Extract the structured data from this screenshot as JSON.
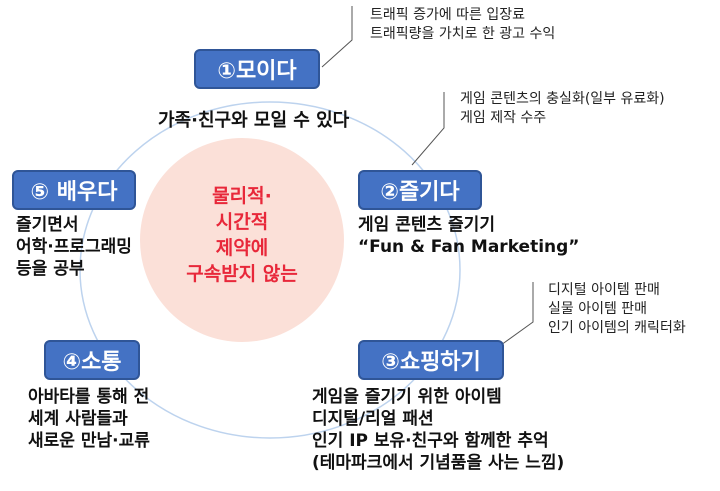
{
  "colors": {
    "label_fill": "#4472C4",
    "label_border": "#2F5597",
    "center_fill": "#FBE0D8",
    "center_text": "#E8283A",
    "ring": "#BDD3EE",
    "callout_line": "#555555"
  },
  "center": {
    "lines": [
      "물리적·",
      "시간적",
      "제약에",
      "구속받지 않는"
    ]
  },
  "nodes": {
    "gather": {
      "label": "①모이다",
      "desc": [
        "가족·친구와 모일 수 있다"
      ],
      "note": [
        "트래픽 증가에 따른 입장료",
        "트래픽량을 가치로 한 광고 수익"
      ]
    },
    "enjoy": {
      "label": "②즐기다",
      "desc": [
        "게임 콘텐츠 즐기기",
        "“Fun & Fan Marketing”"
      ],
      "note": [
        "게임 콘텐츠의 충실화(일부 유료화)",
        "게임 제작 수주"
      ]
    },
    "shopping": {
      "label": "③쇼핑하기",
      "desc": [
        "게임을 즐기기 위한 아이템",
        "디지털/리얼 패션",
        "인기 IP 보유·친구와 함께한 추억",
        "(테마파크에서 기념품을 사는 느낌)"
      ],
      "note": [
        "디지털 아이템 판매",
        "실물 아이템 판매",
        "인기 아이템의 캐릭터화"
      ]
    },
    "communicate": {
      "label": "④소통",
      "desc": [
        "아바타를 통해 전",
        "세계 사람들과",
        "새로운 만남·교류"
      ]
    },
    "learn": {
      "label": "⑤ 배우다",
      "desc": [
        "즐기면서",
        "어학·프로그래밍",
        "등을 공부"
      ]
    }
  }
}
